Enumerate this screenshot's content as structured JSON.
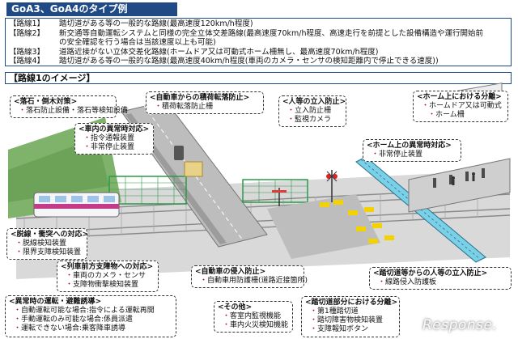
{
  "header": {
    "title": "GoA3、GoA4のタイプ例"
  },
  "routes": [
    {
      "key": "【路線1】",
      "text": "踏切道がある等の一般的な路線(最高速度120km/h程度)"
    },
    {
      "key": "【路線2】",
      "text": "新交通等自動運転システムと同様の完全立体交差路線(最高速度70km/h程度、高速走行を前提とした設備構造や運行開始前"
    },
    {
      "key": "",
      "text": "の安全確認を行う場合は当該速度以上も可能)"
    },
    {
      "key": "【路線3】",
      "text": "道路近接がない立体交差化路線(ホームドア又は可動式ホーム柵無し、最高速度70km/h程度)"
    },
    {
      "key": "【路線4】",
      "text": "踏切道がある等の一般的な路線(最高速度40km/h程度(車両のカメラ・センサの検知距離内で停止できる速度))"
    }
  ],
  "section": {
    "title": "【路線1のイメージ】"
  },
  "callouts": {
    "rockfall": {
      "title": "落石・倒木対策",
      "items": [
        "落石防止設備・落石等検知設備"
      ]
    },
    "vehicle_abnormal": {
      "title": "車内の異常時対応",
      "items": [
        "指令通報装置",
        "非常停止装置"
      ]
    },
    "car_fall": {
      "title": "自動車からの積荷転落防止",
      "items": [
        "積荷転落防止柵"
      ]
    },
    "people_entry": {
      "title": "人等の立入防止",
      "items": [
        "立入防止柵",
        "監視カメラ"
      ]
    },
    "platform_sep": {
      "title": "ホーム上における分離",
      "items": [
        "ホームドア又は可動式",
        "ホーム柵"
      ]
    },
    "platform_abnormal": {
      "title": "ホーム上の異常時対応",
      "items": [
        "非常停止装置"
      ]
    },
    "derail": {
      "title": "脱線・衝突への対応",
      "items": [
        "脱線検知装置",
        "限界支障検知装置"
      ]
    },
    "obstacle": {
      "title": "列車前方支障物への対応",
      "items": [
        "車両のカメラ・センサ",
        "支障物衝撃検知装置"
      ]
    },
    "car_entry": {
      "title": "自動車の侵入防止",
      "items": [
        "自動車用防護柵(道路近接箇所)"
      ]
    },
    "crossing_people": {
      "title": "踏切道等からの人等の立入防止",
      "items": [
        "線路侵入防護板"
      ]
    },
    "emergency": {
      "title": "異常時の運転・避難誘導",
      "items": [
        "自動運転可能な場合:指令による運転再開",
        "手動運転のみ可能な場合:係員派遣",
        "運転できない場合:乗客降車誘導"
      ]
    },
    "other": {
      "title": "その他",
      "items": [
        "客室内監視機能",
        "車内火災検知機能"
      ]
    },
    "crossing_sep": {
      "title": "踏切道部分における分離",
      "items": [
        "第1種踏切道",
        "踏切障害物検知装置",
        "支障報知ボタン"
      ]
    }
  },
  "watermark": "Response.",
  "colors": {
    "header_bg": "#1f4a86",
    "train": "#c23c8a",
    "fence": "#2a9a4a",
    "bridge": "#7ad0e6",
    "yellow": "#f4d100",
    "accent": "#b2001e"
  }
}
